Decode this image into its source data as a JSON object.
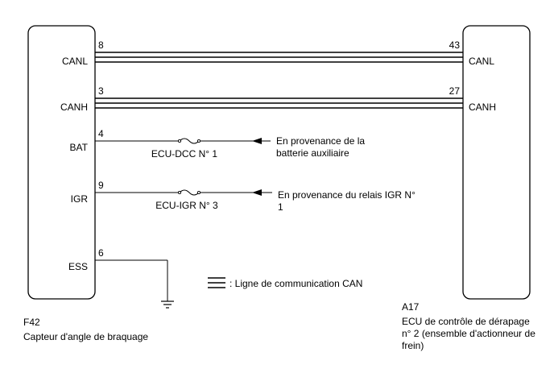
{
  "left_component": {
    "code": "F42",
    "name": "Capteur d'angle de braquage",
    "pins": [
      {
        "number": "8",
        "label": "CANL"
      },
      {
        "number": "3",
        "label": "CANH"
      },
      {
        "number": "4",
        "label": "BAT"
      },
      {
        "number": "9",
        "label": "IGR"
      },
      {
        "number": "6",
        "label": "ESS"
      }
    ]
  },
  "right_component": {
    "code": "A17",
    "name_lines": [
      "ECU de contrôle de dérapage",
      "n° 2 (ensemble d'actionneur de",
      "frein)"
    ],
    "pins": [
      {
        "number": "43",
        "label": "CANL"
      },
      {
        "number": "27",
        "label": "CANH"
      }
    ]
  },
  "fuses": [
    {
      "label": "ECU-DCC N° 1"
    },
    {
      "label": "ECU-IGR N° 3"
    }
  ],
  "sources": [
    {
      "lines": [
        "En provenance de la",
        "batterie auxiliaire"
      ]
    },
    {
      "lines": [
        "En provenance du relais IGR N°",
        "1"
      ]
    }
  ],
  "legend": {
    "label": ": Ligne de communication CAN"
  }
}
